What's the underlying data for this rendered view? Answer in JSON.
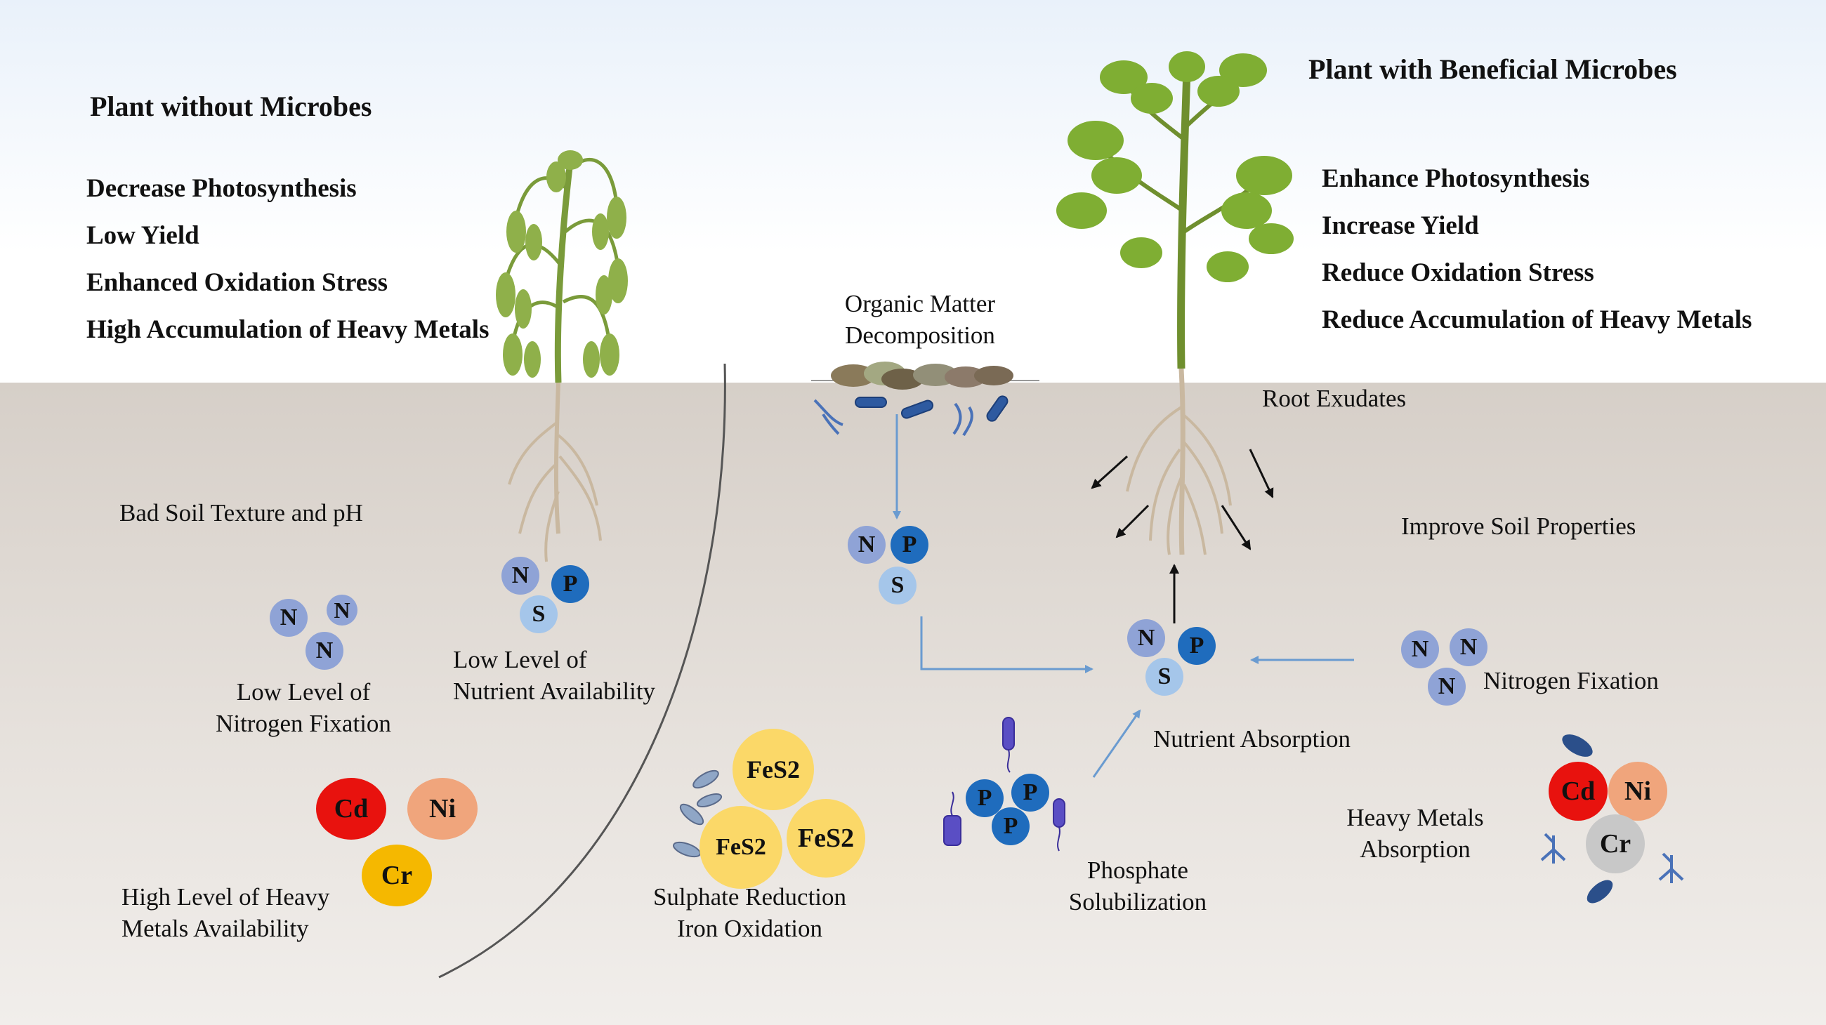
{
  "left_panel": {
    "title": "Plant without Microbes",
    "effects": [
      "Decrease Photosynthesis",
      "Low Yield",
      "Enhanced Oxidation Stress",
      "High Accumulation of Heavy Metals"
    ],
    "soil_texture": "Bad Soil Texture and pH",
    "nitrogen_label_1": "Low Level of",
    "nitrogen_label_2": "Nitrogen Fixation",
    "nutrient_label_1": "Low Level of",
    "nutrient_label_2": "Nutrient Availability",
    "metals_label_1": "High Level of Heavy",
    "metals_label_2": "Metals Availability"
  },
  "right_panel": {
    "title": "Plant with Beneficial Microbes",
    "effects": [
      "Enhance Photosynthesis",
      "Increase Yield",
      "Reduce Oxidation Stress",
      "Reduce Accumulation of Heavy Metals"
    ],
    "organic_1": "Organic Matter",
    "organic_2": "Decomposition",
    "root_exudates": "Root Exudates",
    "soil_properties": "Improve Soil Properties",
    "nutrient_absorption": "Nutrient Absorption",
    "nitrogen_fixation": "Nitrogen Fixation",
    "sulphate_1": "Sulphate Reduction",
    "sulphate_2": "Iron Oxidation",
    "phosphate_1": "Phosphate",
    "phosphate_2": "Solubilization",
    "metals_abs_1": "Heavy Metals",
    "metals_abs_2": "Absorption"
  },
  "elements": {
    "N": "N",
    "P": "P",
    "S": "S",
    "Cd": "Cd",
    "Ni": "Ni",
    "Cr": "Cr",
    "FeS2": "FeS2"
  },
  "colors": {
    "nitrogen": "#8fa3d6",
    "phosphorus": "#1f6cbd",
    "sulfur": "#a5c6ea",
    "cadmium": "#e8120e",
    "nickel": "#f0a57c",
    "chromium_left": "#f5b800",
    "chromium_right": "#c8c8c8",
    "pyrite": "#fbd868",
    "soil": "#d6cfc8",
    "arrow": "#6a9bd0"
  }
}
